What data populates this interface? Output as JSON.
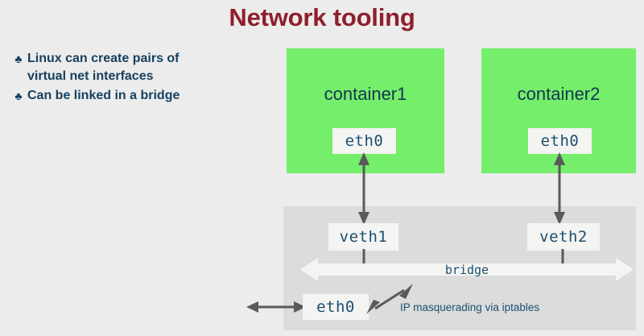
{
  "slide": {
    "title": "Network tooling",
    "background_color": "#ececec",
    "title_color": "#8e1f2b"
  },
  "bullets": {
    "glyph": "♣",
    "glyph_name": "club-bullet-icon",
    "color": "#17405f",
    "items": [
      {
        "text": "Linux can create pairs of virtual net interfaces"
      },
      {
        "text": "Can be linked in a bridge"
      }
    ]
  },
  "diagram": {
    "container_color": "#74ee6b",
    "panel_color": "#dcdcdc",
    "box_color": "#f4f4f2",
    "text_color": "#1b4f72",
    "arrow_color": "#5a5a5a",
    "containers": [
      {
        "name": "container1",
        "interface": "eth0"
      },
      {
        "name": "container2",
        "interface": "eth0"
      }
    ],
    "host": {
      "veth_pairs": [
        {
          "label": "veth1"
        },
        {
          "label": "veth2"
        }
      ],
      "bridge_label": "bridge",
      "uplink_interface": "eth0",
      "annotation": "IP masquerading via iptables"
    }
  }
}
